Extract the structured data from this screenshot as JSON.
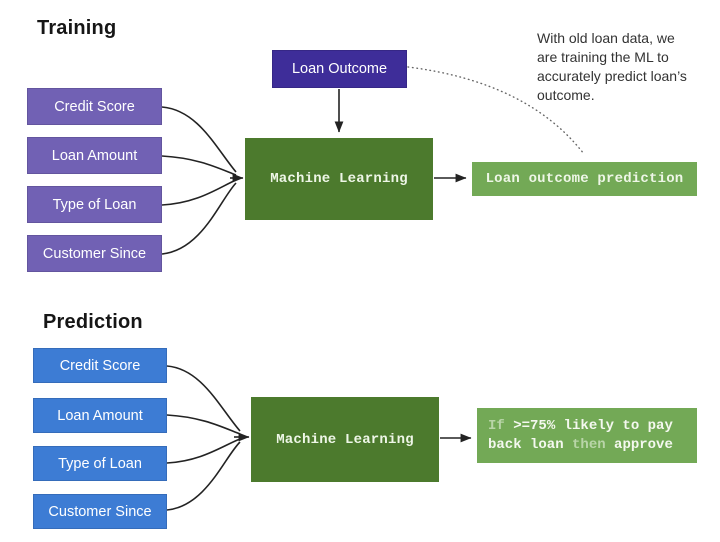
{
  "colors": {
    "input_purple": "#7161b4",
    "outcome_indigo": "#3e2d99",
    "input_blue": "#3d7cd4",
    "ml_green_dark": "#4c7a2d",
    "output_green_light": "#73a956",
    "connector_line": "#232323",
    "dotted_line": "#666666"
  },
  "training": {
    "title": "Training",
    "inputs": [
      "Credit Score",
      "Loan Amount",
      "Type of Loan",
      "Customer Since"
    ],
    "outcome_label": "Loan Outcome",
    "ml_label": "Machine Learning",
    "output_label": "Loan outcome prediction",
    "annotation_lines": [
      "With old loan data, we",
      "are training the ML to",
      "accurately predict loan’s",
      "outcome."
    ]
  },
  "prediction": {
    "title": "Prediction",
    "inputs": [
      "Credit Score",
      "Loan Amount",
      "Type of Loan",
      "Customer Since"
    ],
    "ml_label": "Machine Learning",
    "rule": {
      "if_word": "If",
      "condition": ">=75% likely to pay back loan",
      "then_word": "then",
      "action": "approve"
    }
  }
}
